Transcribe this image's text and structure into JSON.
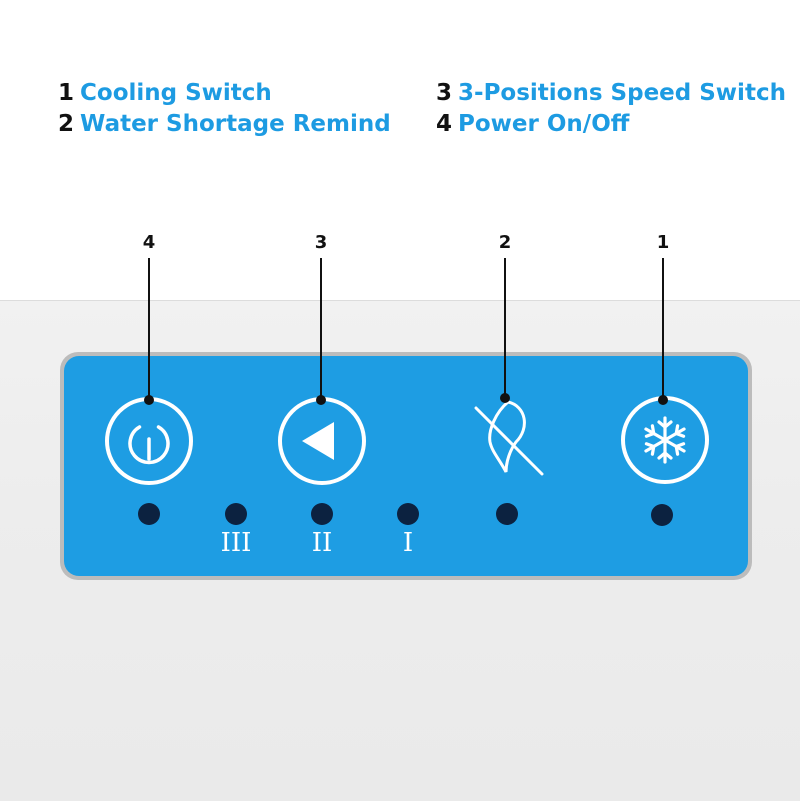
{
  "legend": {
    "left": [
      {
        "num": "1",
        "text": "Cooling Switch"
      },
      {
        "num": "2",
        "text": "Water Shortage Remind"
      }
    ],
    "right": [
      {
        "num": "3",
        "text": "3-Positions Speed Switch"
      },
      {
        "num": "4",
        "text": "Power On/Off"
      }
    ]
  },
  "callouts": {
    "power": "4",
    "speed": "3",
    "water": "2",
    "cooling": "1"
  },
  "speed_labels": {
    "high": "III",
    "mid": "II",
    "low": "I"
  },
  "colors": {
    "accent": "#1e9de3",
    "panel_border": "#bcbcbc",
    "indicator": "#0c2240",
    "legend_text": "#1d9be2"
  },
  "icons": {
    "power": "power-icon",
    "speed": "play-left-icon",
    "water": "water-drop-crossed-icon",
    "cooling": "snowflake-icon"
  }
}
